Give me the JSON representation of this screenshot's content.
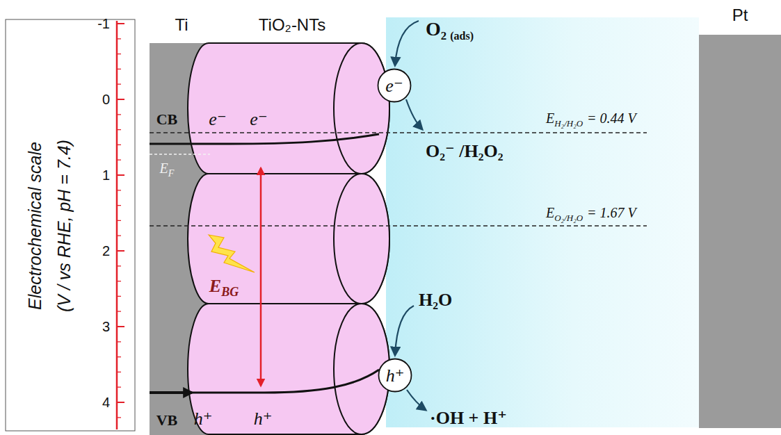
{
  "diagram": {
    "nodes": [
      {
        "text": [
          "Ti"
        ]
      },
      {
        "text": [
          "TiO₂-NTs"
        ]
      },
      {
        "text": [
          "e⁻"
        ],
        "in": 1
      },
      {
        "text": [
          "h⁺"
        ],
        "in": 1
      },
      {
        "text": [
          "Pt"
        ]
      }
    ],
    "labels": [
      "-1",
      "0",
      "1",
      "2",
      "3",
      "4",
      "Electrochemical scale",
      "(V / vs RHE, pH = 7.4)",
      "CB",
      "e⁻",
      "e⁻",
      "E",
      "F",
      "E",
      "BG",
      "VB",
      "h⁺",
      "h⁺",
      "O₂",
      "(ads)",
      "O₂⁻ /H₂O₂",
      "H₂O",
      "·OH + H⁺",
      "E",
      "H₂/H₂O",
      "= 0.44 V",
      "E",
      "O₂/H₂O",
      "= 1.67 V"
    ]
  }
}
